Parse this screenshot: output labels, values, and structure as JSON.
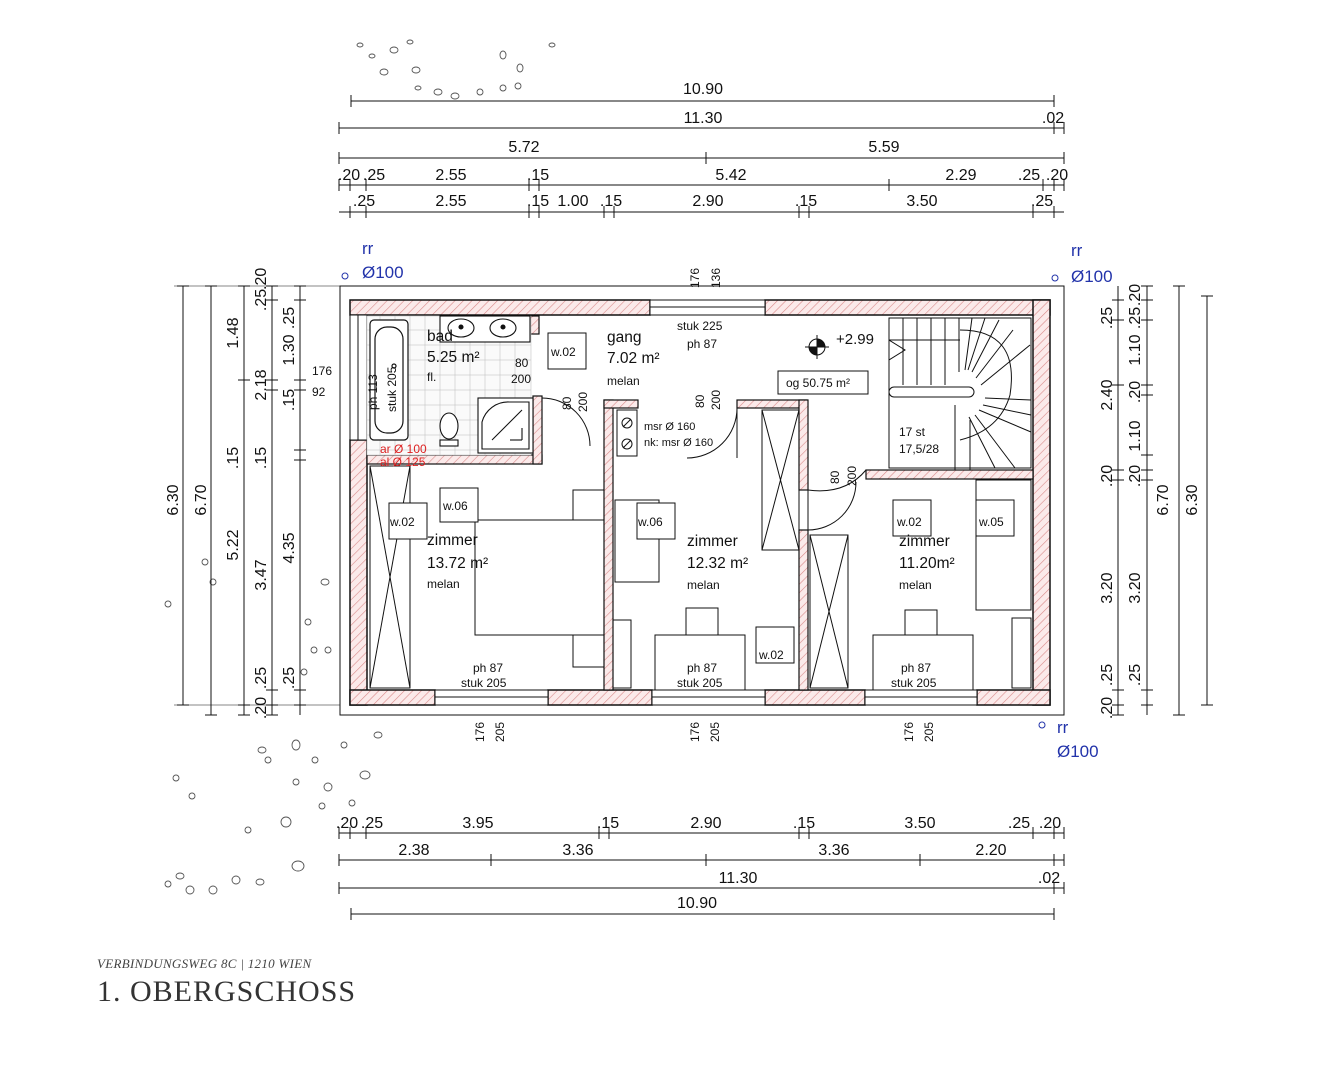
{
  "dims": {
    "top": {
      "r1": "10.90",
      "r2a": "11.30",
      "r2b": ".02",
      "r3a": "5.72",
      "r3b": "5.59",
      "r4": [
        ".20",
        ".25",
        "2.55",
        ".15",
        "5.42",
        "2.29",
        ".25",
        ".20"
      ],
      "r5": [
        ".25",
        "2.55",
        ".15",
        "1.00",
        ".15",
        "2.90",
        ".15",
        "3.50",
        ".25"
      ]
    },
    "bottom": {
      "r1": [
        ".20",
        ".25",
        "3.95",
        ".15",
        "2.90",
        ".15",
        "3.50",
        ".25",
        ".20"
      ],
      "r2": [
        "2.38",
        "3.36",
        "3.36",
        "2.20"
      ],
      "r3a": "11.30",
      "r3b": ".02",
      "r4": "10.90"
    },
    "left": {
      "outer": [
        "6.30",
        "6.70"
      ],
      "c3": [
        "1.48",
        "2.18",
        "5.22"
      ],
      "c4": [
        ".25",
        ".20",
        "1.30",
        ".15",
        "3.47",
        ".20",
        ".25"
      ],
      "c5": [
        ".25",
        ".15",
        ".15",
        "4.35",
        ".25"
      ]
    },
    "right": {
      "c1": [
        ".25",
        "2.40",
        ".20",
        "3.20",
        ".25",
        ".20"
      ],
      "c2": [
        ".25",
        ".20",
        "1.10",
        ".20",
        "1.10",
        ".20",
        "3.20",
        ".25"
      ],
      "outer": [
        "6.70",
        "6.30"
      ]
    }
  },
  "rooms": {
    "bad": {
      "name": "bad",
      "area": "5.25 m²",
      "floor": "fl."
    },
    "gang": {
      "name": "gang",
      "area": "7.02 m²",
      "floor": "melan"
    },
    "zimmer1": {
      "name": "zimmer",
      "area": "13.72 m²",
      "floor": "melan"
    },
    "zimmer2": {
      "name": "zimmer",
      "area": "12.32 m²",
      "floor": "melan"
    },
    "zimmer3": {
      "name": "zimmer",
      "area": "11.20m²",
      "floor": "melan"
    }
  },
  "labels": {
    "rr": "rr",
    "d100": "Ø100",
    "level": "+2.99",
    "og_area": "og 50.75 m²",
    "stairs": "17 st",
    "stairs_ratio": "17,5/28",
    "w02": "w.02",
    "w06": "w.06",
    "w05": "w.05",
    "bath_ph": "ph 113",
    "bath_stuk": "stuk 205",
    "w_176": "176",
    "w_92": "92",
    "w_136": "136",
    "stuk225": "stuk 225",
    "ph87": "ph 87",
    "stuk205": "stuk 205",
    "w205": "205",
    "d80": "80",
    "d200": "200",
    "ar": "ar Ø 100",
    "al": "al Ø 125",
    "msr": "msr Ø 160",
    "nk": "nk: msr Ø 160"
  },
  "footer": {
    "address": "VERBINDUNGSWEG 8C | 1210 WIEN",
    "title": "1. OBERGSCHOSS"
  }
}
